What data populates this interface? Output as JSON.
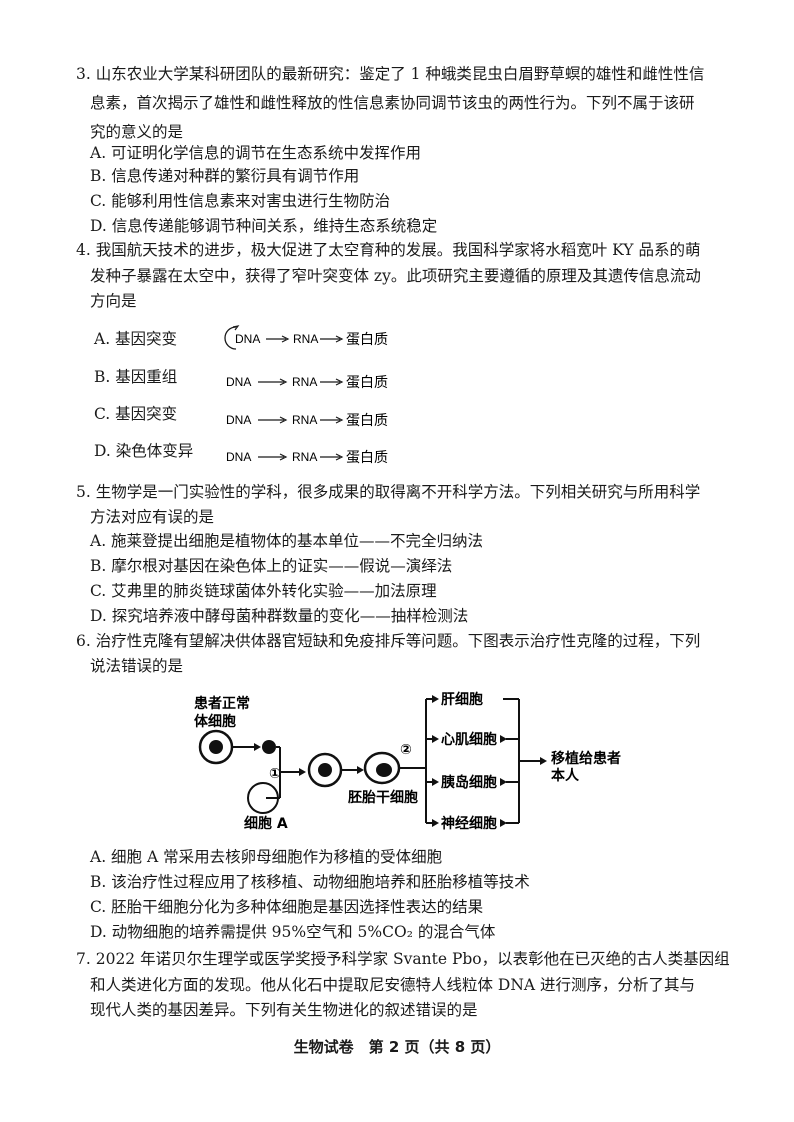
{
  "q3": {
    "stem": [
      "3. 山东农业大学某科研团队的最新研究：鉴定了 1 种蛾类昆虫白眉野草螟的雄性和雌性性信",
      "息素，首次揭示了雄性和雌性释放的性信息素协同调节该虫的两性行为。下列不属于该研",
      "究的意义的是"
    ],
    "options": [
      "A. 可证明化学信息的调节在生态系统中发挥作用",
      "B. 信息传递对种群的繁衍具有调节作用",
      "C. 能够利用性信息素来对害虫进行生物防治",
      "D. 信息传递能够调节种间关系，维持生态系统稳定"
    ]
  },
  "q4": {
    "stem": [
      "4. 我国航天技术的进步，极大促进了太空育种的发展。我国科学家将水稻宽叶 KY 品系的萌",
      "发种子暴露在太空中，获得了窄叶突变体 zy。此项研究主要遵循的原理及其遗传信息流动",
      "方向是"
    ],
    "options": [
      {
        "label": "A. 基因突变",
        "dna": "DNA",
        "rna": "RNA",
        "protein": "蛋白质",
        "self_loop": true
      },
      {
        "label": "B. 基因重组",
        "dna": "DNA",
        "rna": "RNA",
        "protein": "蛋白质",
        "self_loop": false
      },
      {
        "label": "C. 基因突变",
        "dna": "DNA",
        "rna": "RNA",
        "protein": "蛋白质",
        "self_loop": false
      },
      {
        "label": "D. 染色体变异",
        "dna": "DNA",
        "rna": "RNA",
        "protein": "蛋白质",
        "self_loop": false
      }
    ]
  },
  "q5": {
    "stem": [
      "5. 生物学是一门实验性的学科，很多成果的取得离不开科学方法。下列相关研究与所用科学",
      "方法对应有误的是"
    ],
    "options": [
      "A. 施莱登提出细胞是植物体的基本单位——不完全归纳法",
      "B. 摩尔根对基因在染色体上的证实——假说—演绎法",
      "C. 艾弗里的肺炎链球菌体外转化实验——加法原理",
      "D. 探究培养液中酵母菌种群数量的变化——抽样检测法"
    ]
  },
  "q6": {
    "stem": [
      "6. 治疗性克隆有望解决供体器官短缺和免疫排斥等问题。下图表示治疗性克隆的过程，下列",
      "说法错误的是"
    ],
    "diagram": {
      "patient_cell_line1": "患者正常",
      "patient_cell_line2": "体细胞",
      "cell_a": "细胞 A",
      "step1": "①",
      "step2": "②",
      "stem_cell": "胚胎干细胞",
      "liver": "肝细胞",
      "heart": "心肌细胞",
      "islet": "胰岛细胞",
      "nerve": "神经细胞",
      "transplant_line1": "移植给患者",
      "transplant_line2": "本人"
    },
    "options": [
      "A. 细胞 A 常采用去核卵母细胞作为移植的受体细胞",
      "B. 该治疗性过程应用了核移植、动物细胞培养和胚胎移植等技术",
      "C. 胚胎干细胞分化为多种体细胞是基因选择性表达的结果",
      "D. 动物细胞的培养需提供 95%空气和 5%CO₂ 的混合气体"
    ]
  },
  "q7": {
    "stem": [
      "7. 2022 年诺贝尔生理学或医学奖授予科学家 Svante Pbo，以表彰他在已灭绝的古人类基因组",
      "和人类进化方面的发现。他从化石中提取尼安德特人线粒体 DNA 进行测序，分析了其与",
      "现代人类的基因差异。下列有关生物进化的叙述错误的是"
    ]
  },
  "footer": "生物试卷　第 2 页（共 8 页）"
}
